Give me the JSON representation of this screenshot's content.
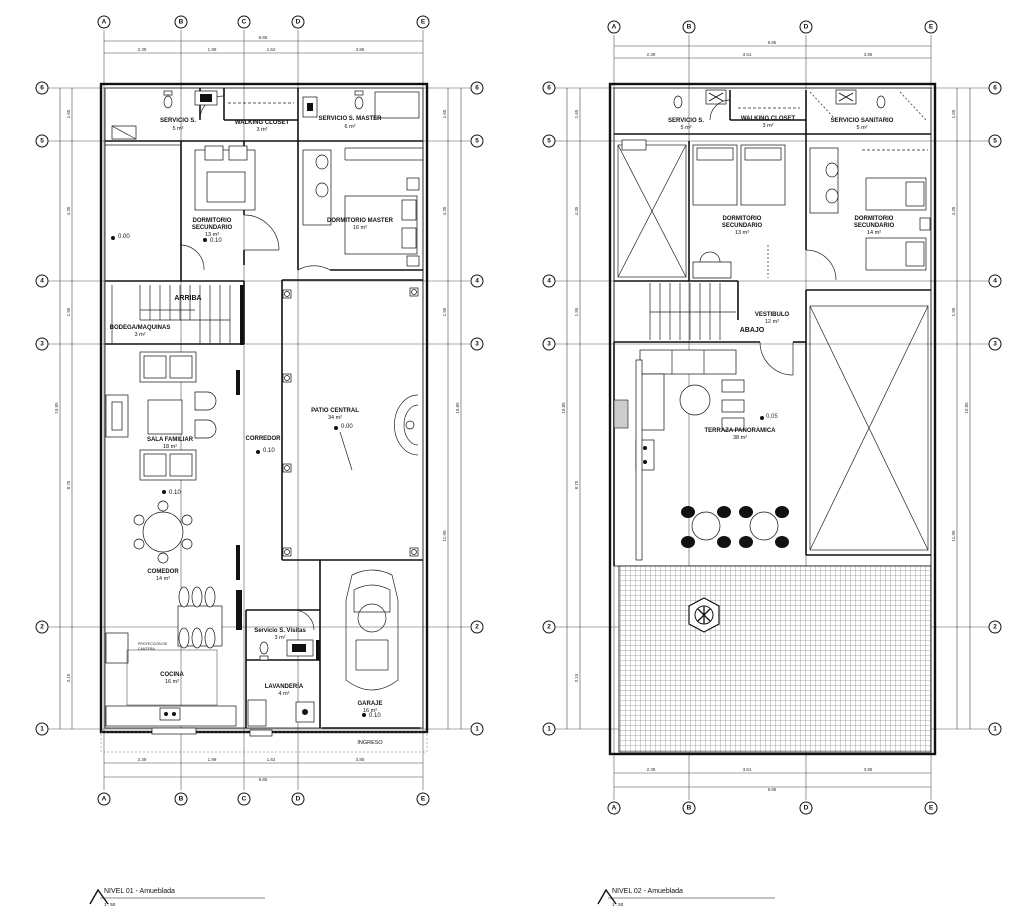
{
  "grid_labels": {
    "columns": [
      "A",
      "B",
      "C",
      "D",
      "E"
    ],
    "rows": [
      "1",
      "2",
      "3",
      "4",
      "5",
      "6"
    ]
  },
  "plan1": {
    "title": "NIVEL 01 - Amueblada",
    "scale": "1 : 50",
    "dims_top_total": "9.85",
    "dims_top": [
      "2.39",
      "1.99",
      "1.62",
      "3.85"
    ],
    "dims_bottom": [
      "2.39",
      "1.99",
      "1.62",
      "3.85"
    ],
    "dims_bottom_total": "9.85",
    "dims_left": [
      "1.65",
      "4.35",
      "1.95",
      "8.75",
      "3.15"
    ],
    "dims_left_total": "19.85",
    "dims_right": [
      "1.65",
      "4.35",
      "1.95",
      "11.90"
    ],
    "dims_right_total": "19.85",
    "rooms": {
      "servicio_s": {
        "name": "SERVICIO S.",
        "area": "5 m²"
      },
      "walking_closet": {
        "name": "WALKING CLOSET",
        "area": "3 m²"
      },
      "servicio_master": {
        "name": "SERVICIO S. MASTER",
        "area": "6 m²"
      },
      "dormitorio_secundario": {
        "name1": "DORMITORIO",
        "name2": "SECUNDARIO",
        "area": "13 m²"
      },
      "dormitorio_master": {
        "name": "DORMITORIO MASTER",
        "area": "16 m²"
      },
      "arriba": {
        "name": "ARRIBA"
      },
      "bodega": {
        "name": "BODEGA/MAQUINAS",
        "area": "3 m²"
      },
      "patio_central": {
        "name": "PATIO CENTRAL",
        "area": "34 m²"
      },
      "sala_familiar": {
        "name": "SALA FAMILIAR",
        "area": "18 m²"
      },
      "corredor": {
        "name": "CORREDOR"
      },
      "comedor": {
        "name": "COMEDOR",
        "area": "14 m²"
      },
      "servicio_visitas": {
        "name": "Servicio S. Visitas",
        "area": "3 m²"
      },
      "cocina": {
        "name": "COCINA",
        "area": "16 m²"
      },
      "proyeccion": {
        "line1": "PROYECCIÓN DE",
        "line2": "CANTERA"
      },
      "lavanderia": {
        "name": "LAVANDERÍA",
        "area": "4 m²"
      },
      "garaje": {
        "name": "GARAJE",
        "area": "16 m²"
      },
      "ingreso": {
        "name": "INGRESO"
      }
    },
    "levels": [
      "0.00",
      "0.10",
      "0.00",
      "0.10",
      "0.10",
      "0.10"
    ]
  },
  "plan2": {
    "title": "NIVEL 02 - Amueblada",
    "scale": "1 : 50",
    "dims_top_total": "9.85",
    "dims_top": [
      "2.39",
      "3.61",
      "3.85"
    ],
    "dims_bottom": [
      "2.39",
      "3.61",
      "3.85"
    ],
    "dims_bottom_total": "9.85",
    "dims_left": [
      "1.65",
      "4.35",
      "1.95",
      "8.75",
      "3.15"
    ],
    "dims_left_total": "19.85",
    "dims_right": [
      "1.65",
      "4.35",
      "1.95",
      "11.90"
    ],
    "dims_right_total": "19.85",
    "rooms": {
      "servicio_s": {
        "name": "SERVICIO S.",
        "area": "5 m²"
      },
      "walking_closet": {
        "name": "WALKING CLOSET",
        "area": "3 m²"
      },
      "servicio_sanitario": {
        "name": "SERVICIO SANITARIO",
        "area": "5 m²"
      },
      "dormitorio_secundario_a": {
        "name1": "DORMITORIO",
        "name2": "SECUNDARIO",
        "area": "13 m²"
      },
      "dormitorio_secundario_b": {
        "name1": "DORMITORIO",
        "name2": "SECUNDARIO",
        "area": "14 m²"
      },
      "vestibulo": {
        "name": "VESTIBULO",
        "area": "12 m²"
      },
      "abajo": {
        "name": "ABAJO"
      },
      "terraza": {
        "name": "TERRAZA PANORAMICA",
        "area": "38 m²"
      }
    },
    "levels": [
      "0.05"
    ]
  }
}
